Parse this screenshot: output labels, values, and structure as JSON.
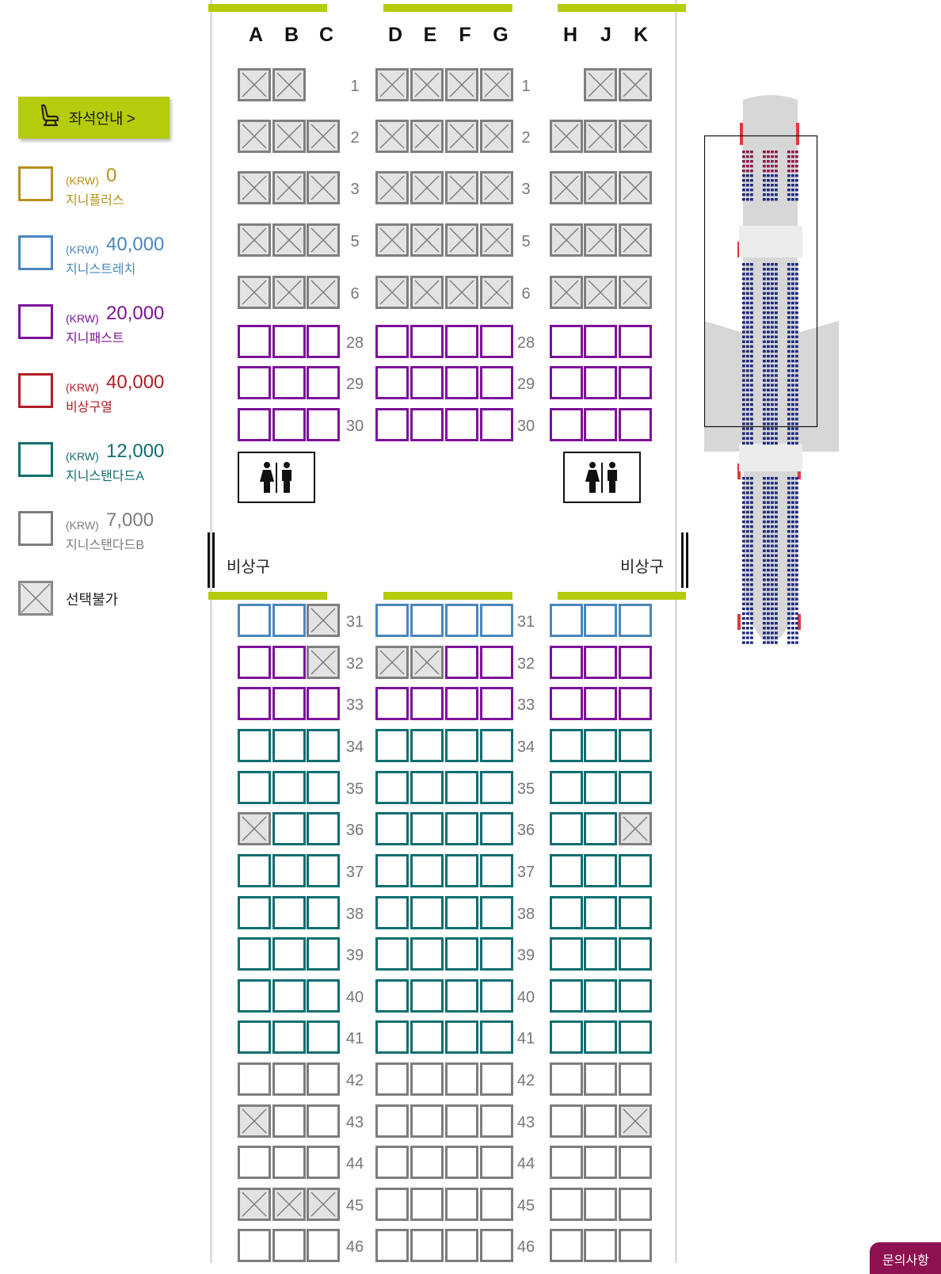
{
  "guide_button": {
    "label": "좌석안내 >"
  },
  "legend": [
    {
      "currency": "(KRW)",
      "price": "0",
      "name": "지니플러스",
      "color": "#b8901c"
    },
    {
      "currency": "(KRW)",
      "price": "40,000",
      "name": "지니스트레치",
      "color": "#4a86bf"
    },
    {
      "currency": "(KRW)",
      "price": "20,000",
      "name": "지니패스트",
      "color": "#7c129a"
    },
    {
      "currency": "(KRW)",
      "price": "40,000",
      "name": "비상구열",
      "color": "#b01f25"
    },
    {
      "currency": "(KRW)",
      "price": "12,000",
      "name": "지니스탠다드A",
      "color": "#0f6e70"
    },
    {
      "currency": "(KRW)",
      "price": "7,000",
      "name": "지니스탠다드B",
      "color": "#7d7d7d"
    }
  ],
  "legend_unavailable": {
    "name": "선택불가"
  },
  "columns": [
    "A",
    "B",
    "C",
    "D",
    "E",
    "F",
    "G",
    "H",
    "J",
    "K"
  ],
  "exit_labels": {
    "left": "비상구",
    "right": "비상구"
  },
  "corner_button": {
    "label": "문의사항"
  },
  "rows": [
    {
      "num": "1",
      "cls": "x",
      "seats": "xx-xxxx-xx"
    },
    {
      "num": "2",
      "cls": "x",
      "seats": "xxxxxxxxxx"
    },
    {
      "num": "3",
      "cls": "x",
      "seats": "xxxxxxxxxx"
    },
    {
      "num": "5",
      "cls": "x",
      "seats": "xxxxxxxxxx"
    },
    {
      "num": "6",
      "cls": "x",
      "seats": "xxxxxxxxxx"
    },
    {
      "num": "28",
      "cls": "p",
      "seats": "oooooooooo"
    },
    {
      "num": "29",
      "cls": "p",
      "seats": "oooooooooo"
    },
    {
      "num": "30",
      "cls": "p",
      "seats": "oooooooooo"
    },
    {
      "num": "31",
      "cls": "b",
      "seats": "ooxooooooo"
    },
    {
      "num": "32",
      "cls": "p",
      "seats": "ooxxxooooo"
    },
    {
      "num": "33",
      "cls": "p",
      "seats": "oooooooooo"
    },
    {
      "num": "34",
      "cls": "t",
      "seats": "oooooooooo"
    },
    {
      "num": "35",
      "cls": "t",
      "seats": "oooooooooo"
    },
    {
      "num": "36",
      "cls": "t",
      "seats": "xoooooooox"
    },
    {
      "num": "37",
      "cls": "t",
      "seats": "oooooooooo"
    },
    {
      "num": "38",
      "cls": "t",
      "seats": "oooooooooo"
    },
    {
      "num": "39",
      "cls": "t",
      "seats": "oooooooooo"
    },
    {
      "num": "40",
      "cls": "t",
      "seats": "oooooooooo"
    },
    {
      "num": "41",
      "cls": "t",
      "seats": "oooooooooo"
    },
    {
      "num": "42",
      "cls": "g",
      "seats": "oooooooooo"
    },
    {
      "num": "43",
      "cls": "g",
      "seats": "xoooooooox"
    },
    {
      "num": "44",
      "cls": "g",
      "seats": "oooooooooo"
    },
    {
      "num": "45",
      "cls": "g",
      "seats": "xxxooooooo"
    },
    {
      "num": "46",
      "cls": "g",
      "seats": "oooooooooo"
    }
  ],
  "class_colors": {
    "p": "#7c129a",
    "b": "#4a86bf",
    "t": "#0f6e70",
    "g": "#7d7d7d",
    "x": "#7f7f7f"
  }
}
